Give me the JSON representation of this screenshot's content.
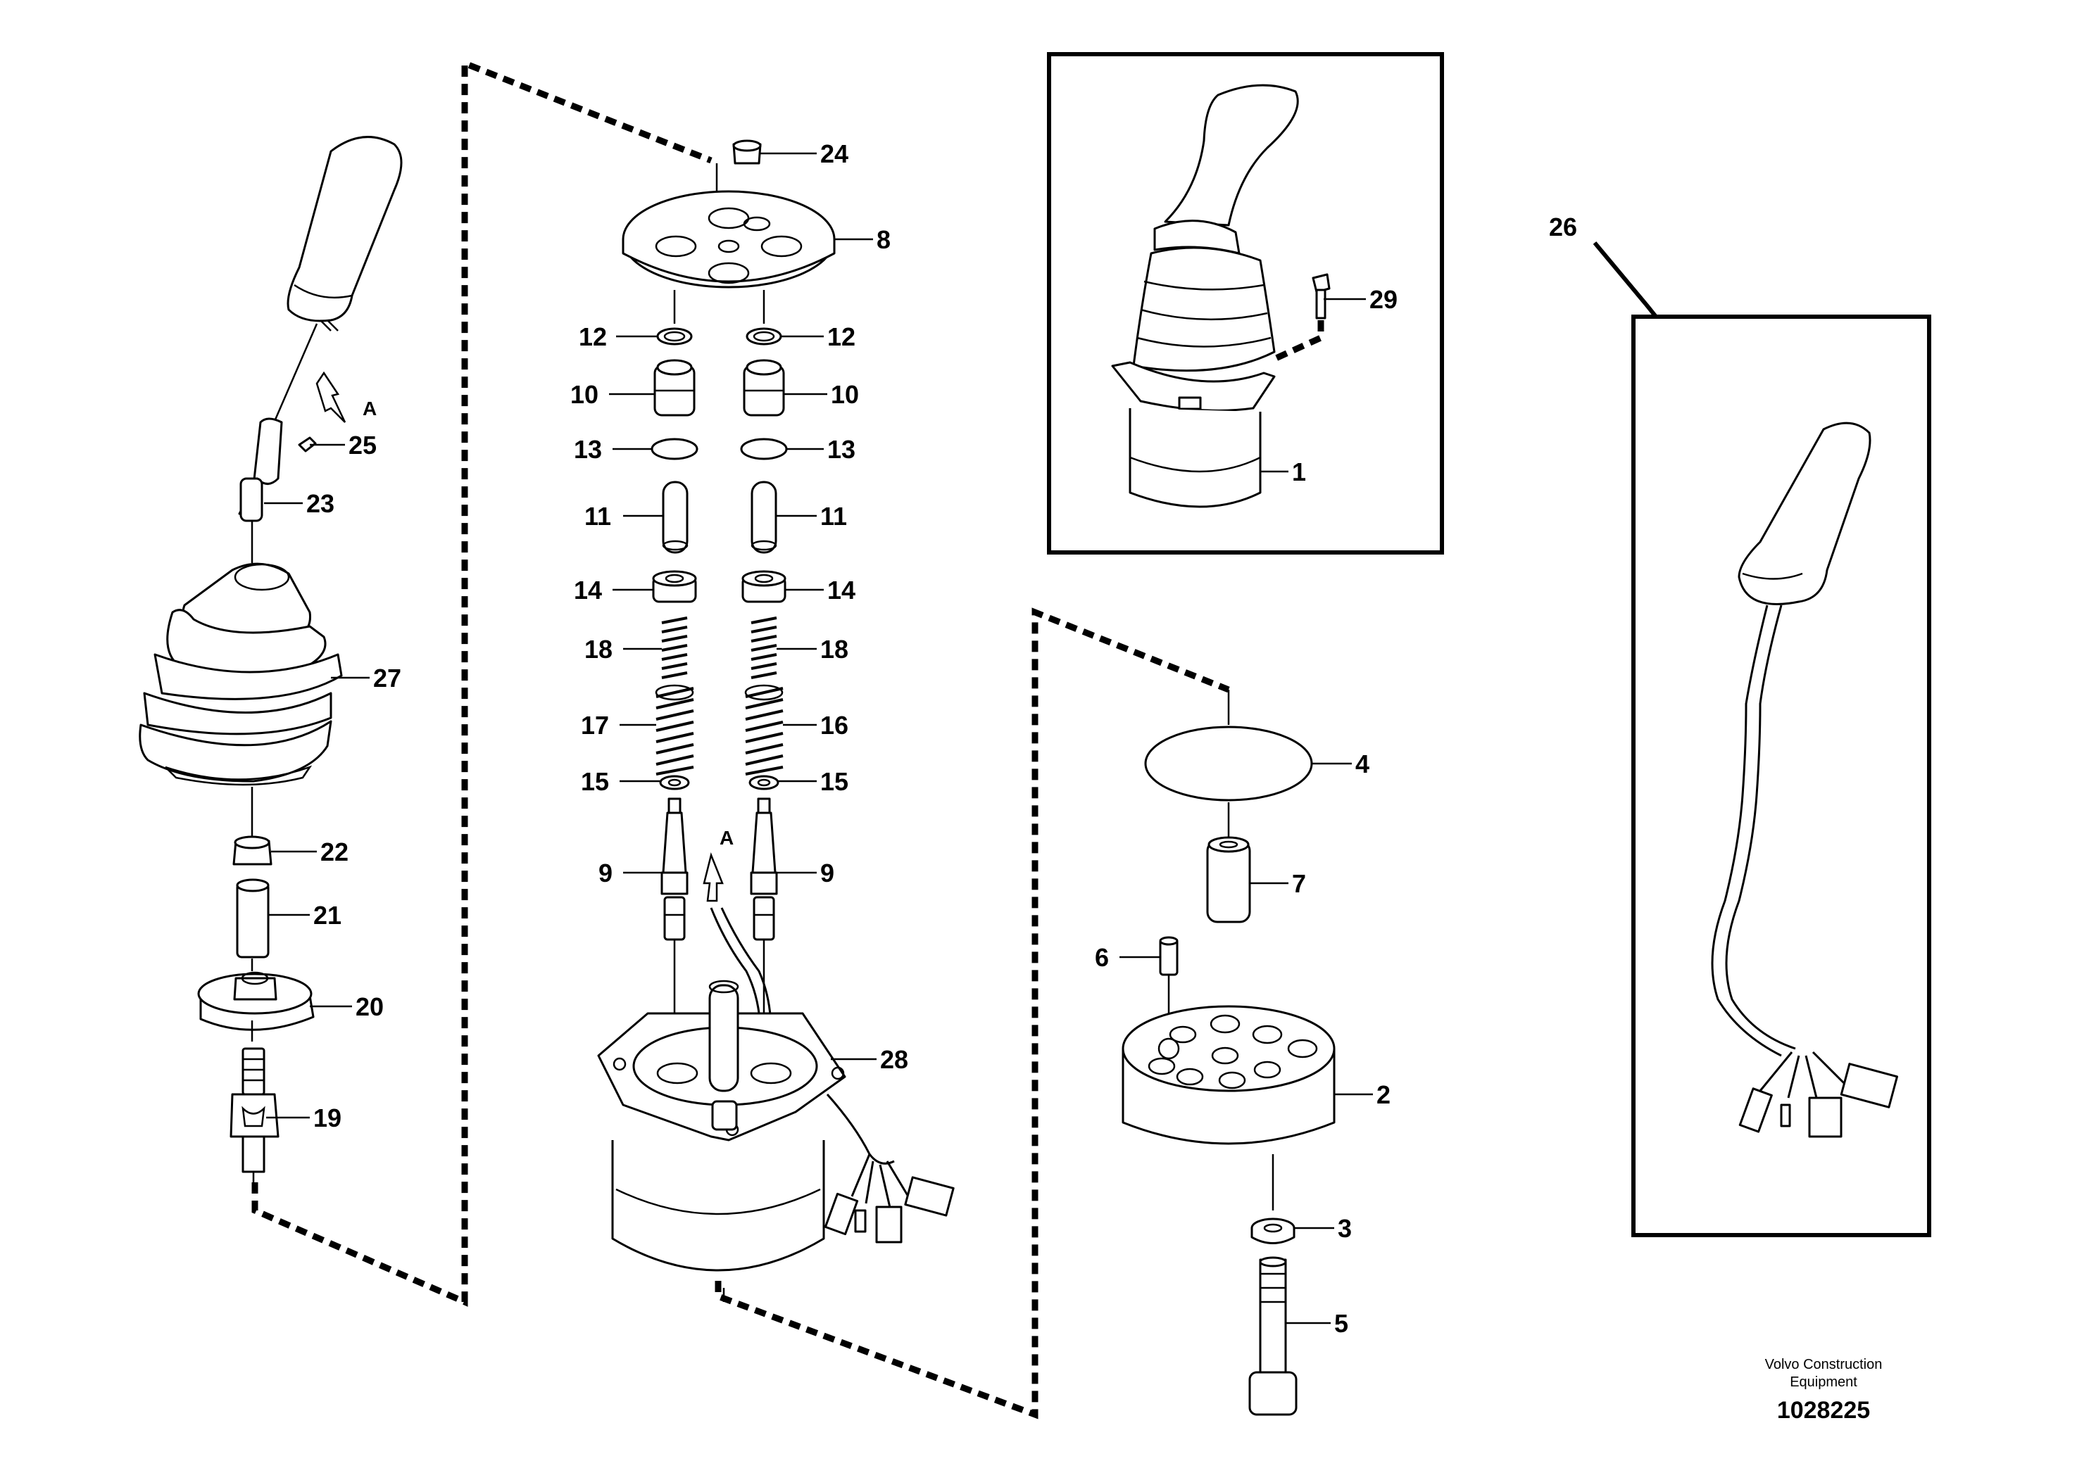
{
  "title_block": {
    "company_line1": "Volvo Construction",
    "company_line2": "Equipment",
    "drawing_number": "1028225"
  },
  "view_letters": {
    "arrow_left": "A",
    "arrow_center": "A"
  },
  "callouts": {
    "c1": "1",
    "c2": "2",
    "c3": "3",
    "c4": "4",
    "c5": "5",
    "c6": "6",
    "c7": "7",
    "c8": "8",
    "c9a": "9",
    "c9b": "9",
    "c10a": "10",
    "c10b": "10",
    "c11a": "11",
    "c11b": "11",
    "c12a": "12",
    "c12b": "12",
    "c13a": "13",
    "c13b": "13",
    "c14a": "14",
    "c14b": "14",
    "c15a": "15",
    "c15b": "15",
    "c16": "16",
    "c17": "17",
    "c18a": "18",
    "c18b": "18",
    "c19": "19",
    "c20": "20",
    "c21": "21",
    "c22": "22",
    "c23": "23",
    "c24": "24",
    "c25": "25",
    "c26": "26",
    "c27": "27",
    "c28": "28",
    "c29": "29"
  },
  "icons": {
    "handle": "lever-handle-icon",
    "boot": "rubber-boot-icon",
    "spring": "spring-icon",
    "valve_body": "valve-body-icon",
    "connector": "electrical-connector-icon"
  }
}
